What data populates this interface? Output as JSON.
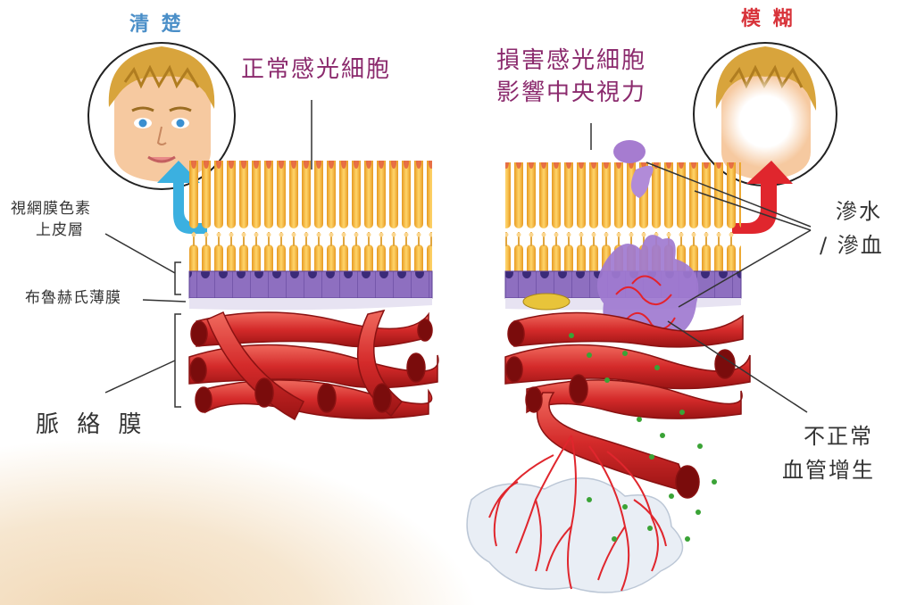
{
  "left": {
    "title": "清 楚",
    "photoreceptors": "正常感光細胞",
    "rpe": [
      "視網膜色素",
      "上皮層"
    ],
    "bruch": "布魯赫氏薄膜",
    "choroid": "脈 絡 膜"
  },
  "right": {
    "title": "模 糊",
    "damage": [
      "損害感光細胞",
      "影響中央視力"
    ],
    "leak": [
      "滲水",
      "/ 滲血"
    ],
    "vessels": [
      "不正常",
      "血管增生"
    ]
  },
  "colors": {
    "clear_arrow": "#3bb0e0",
    "blur_arrow": "#e0262d",
    "vessel_red": "#d42a2a",
    "photoreceptor_yellow": "#f5b73a",
    "rpe_purple": "#8e6fc0"
  }
}
